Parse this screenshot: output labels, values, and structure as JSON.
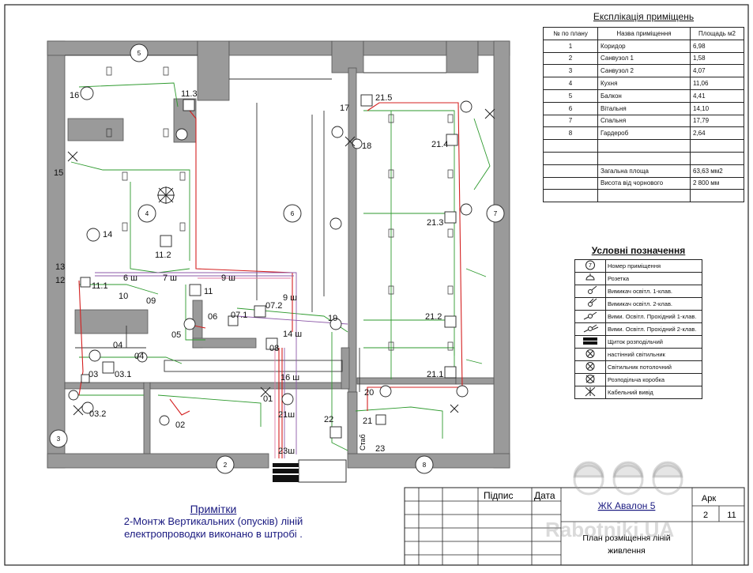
{
  "explication": {
    "title": "Експлікація приміщень",
    "headers": [
      "№ по плану",
      "Назва приміщення",
      "Площадь м2"
    ],
    "rows": [
      [
        "1",
        "Коридор",
        "6,98"
      ],
      [
        "2",
        "Санвузол 1",
        "1,58"
      ],
      [
        "3",
        "Санвузол 2",
        "4,07"
      ],
      [
        "4",
        "Кухня",
        "11,06"
      ],
      [
        "5",
        "Балкон",
        "4,41"
      ],
      [
        "6",
        "Вітальня",
        "14,10"
      ],
      [
        "7",
        "Спальня",
        "17,79"
      ],
      [
        "8",
        "Гардероб",
        "2,64"
      ]
    ],
    "total_label": "Загальна площа",
    "total_value": "63,63 мм2",
    "height_label": "Висота від чорнового",
    "height_value": "2 800 мм"
  },
  "legend": {
    "title": "Условні позначення",
    "items": [
      {
        "symbol": "room-number",
        "number": "7",
        "label": "Номер приміщення"
      },
      {
        "symbol": "socket",
        "label": "Розетка"
      },
      {
        "symbol": "switch-1",
        "label": "Вимикач освітл. 1-клав."
      },
      {
        "symbol": "switch-2",
        "label": "Вимикач освітл. 2-клав."
      },
      {
        "symbol": "pass-switch-1",
        "label": "Вими. Освітл. Прохідний 1-клав."
      },
      {
        "symbol": "pass-switch-2",
        "label": "Вими. Освітл. Прохідний 2-клав."
      },
      {
        "symbol": "panel",
        "label": "Щиток розподільчий"
      },
      {
        "symbol": "wall-light",
        "label": "настінний світильник"
      },
      {
        "symbol": "ceiling-light",
        "label": "Світильник потолочний"
      },
      {
        "symbol": "junction-box",
        "label": "Розподільча коробка"
      },
      {
        "symbol": "cable-outlet",
        "label": "Кабельний вивід"
      }
    ]
  },
  "legend_texts_shown": [
    "Вимикач освітл. 1-клав.",
    "Вимикач освітл. 2-клав."
  ],
  "notes": {
    "title": "Примітки",
    "line1": "2-Монтж Вертикальних (опусків) ліній",
    "line2": "електропроводки виконано в штробі ."
  },
  "stamp": {
    "signature_label": "Підпис",
    "date_label": "Дата",
    "project": "ЖК Авалон 5",
    "drawing_title_1": "План розміщення ліній",
    "drawing_title_2": "живлення",
    "sheet_label": "Арк",
    "sheet": "2",
    "sheets": "11"
  },
  "plan": {
    "room_numbers": [
      "5",
      "4",
      "6",
      "7",
      "3",
      "2",
      "8"
    ],
    "labels": [
      {
        "t": "16"
      },
      {
        "t": "11.3"
      },
      {
        "t": "15"
      },
      {
        "t": "14"
      },
      {
        "t": "11.2"
      },
      {
        "t": "13"
      },
      {
        "t": "12"
      },
      {
        "t": "11.1"
      },
      {
        "t": "10"
      },
      {
        "t": "09"
      },
      {
        "t": "6 ш"
      },
      {
        "t": "7 ш"
      },
      {
        "t": "9 ш"
      },
      {
        "t": "11"
      },
      {
        "t": "9 ш"
      },
      {
        "t": "07.2"
      },
      {
        "t": "07.1"
      },
      {
        "t": "06"
      },
      {
        "t": "05"
      },
      {
        "t": "14 ш"
      },
      {
        "t": "08"
      },
      {
        "t": "04"
      },
      {
        "t": "04"
      },
      {
        "t": "03"
      },
      {
        "t": "03.1"
      },
      {
        "t": "03.2"
      },
      {
        "t": "02"
      },
      {
        "t": "01"
      },
      {
        "t": "16 ш"
      },
      {
        "t": "21ш"
      },
      {
        "t": "22"
      },
      {
        "t": "23ш"
      },
      {
        "t": "20"
      },
      {
        "t": "21"
      },
      {
        "t": "23"
      },
      {
        "t": "Стаб"
      },
      {
        "t": "17"
      },
      {
        "t": "18"
      },
      {
        "t": "19"
      },
      {
        "t": "21.5"
      },
      {
        "t": "21.4"
      },
      {
        "t": "21.3"
      },
      {
        "t": "21.2"
      },
      {
        "t": "21.1"
      }
    ]
  },
  "watermark": "Rabotniki.UA",
  "colors": {
    "wall": "#9a9a9a",
    "red_line": "#d42020",
    "green_line": "#2e9a2e",
    "purple_line": "#8d5aa8",
    "pink_line": "#e07aa5",
    "notes_text": "#1a1a80"
  }
}
